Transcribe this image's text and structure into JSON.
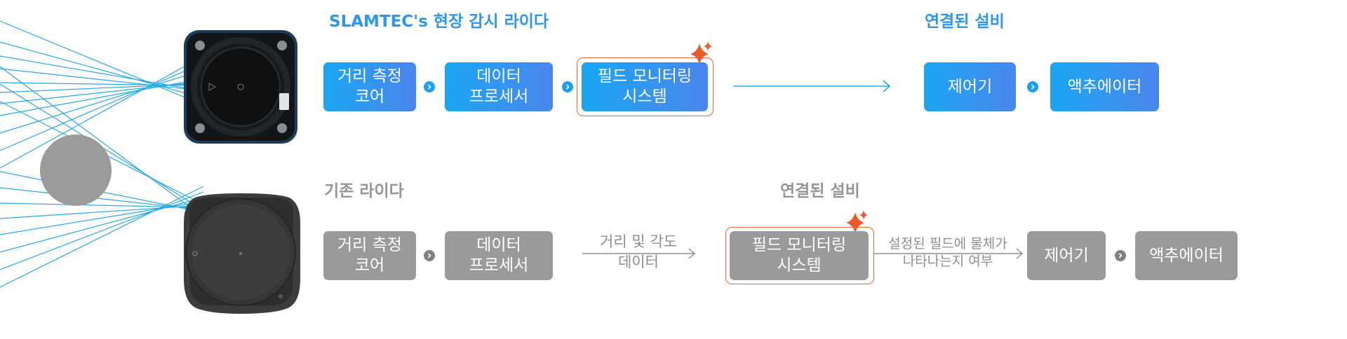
{
  "slamtec_section": {
    "title": "SLAMTEC's 현장 감시 라이다",
    "nodes": [
      {
        "line1": "거리 측정",
        "line2": "코어"
      },
      {
        "line1": "데이터",
        "line2": "프로세서"
      },
      {
        "line1": "필드 모니터링",
        "line2": "시스템"
      }
    ],
    "highlighted_node_index": 2
  },
  "slamtec_connected": {
    "title": "연결된 설비",
    "nodes": [
      {
        "label": "제어기"
      },
      {
        "label": "액추에이터"
      }
    ]
  },
  "legacy_section": {
    "title": "기존 라이다",
    "nodes": [
      {
        "line1": "거리 측정",
        "line2": "코어"
      },
      {
        "line1": "데이터",
        "line2": "프로세서"
      }
    ],
    "edge_label": {
      "line1": "거리 및 각도",
      "line2": "데이터"
    }
  },
  "legacy_connected": {
    "title": "연결된 설비",
    "nodes": [
      {
        "line1": "필드 모니터링",
        "line2": "시스템"
      },
      {
        "label": "제어기"
      },
      {
        "label": "액추에이터"
      }
    ],
    "highlighted_node_index": 0,
    "edge_label": {
      "line1": "설정된 필드에 물체가",
      "line2": "나타나는지 여부"
    }
  },
  "colors": {
    "blue_title": "#2f97ea",
    "gray_title": "#969696",
    "blue_node_start": "#1aa6f3",
    "blue_node_end": "#4a86ec",
    "gray_node": "#9a9a9a",
    "highlight": "#ec6a3b",
    "scan_beam": "#29a7e3"
  },
  "icons": [
    "sparkle-icon",
    "chevron-right-icon",
    "arrow-right-icon"
  ]
}
